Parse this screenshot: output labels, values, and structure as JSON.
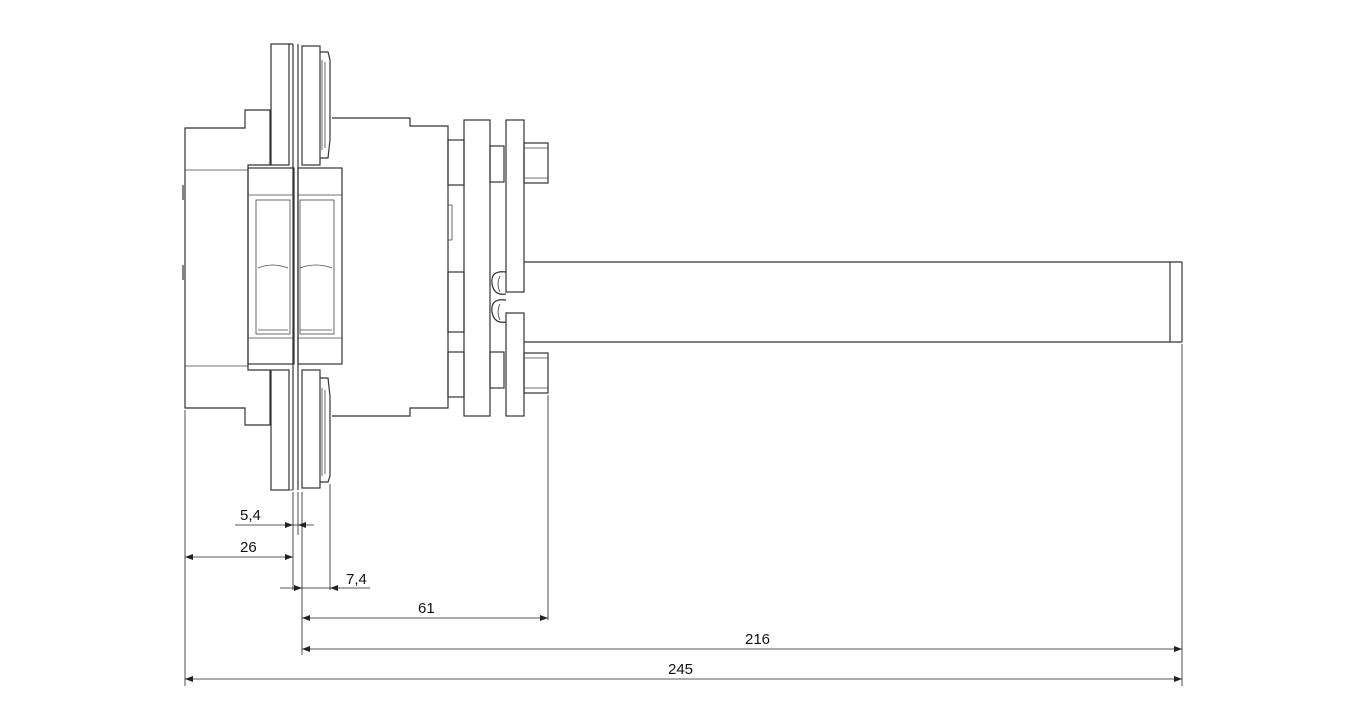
{
  "dimensions": [
    {
      "id": "dim-5-4",
      "label": "5,4"
    },
    {
      "id": "dim-26",
      "label": "26"
    },
    {
      "id": "dim-7-4",
      "label": "7,4"
    },
    {
      "id": "dim-61",
      "label": "61"
    },
    {
      "id": "dim-216",
      "label": "216"
    },
    {
      "id": "dim-245",
      "label": "245"
    }
  ]
}
